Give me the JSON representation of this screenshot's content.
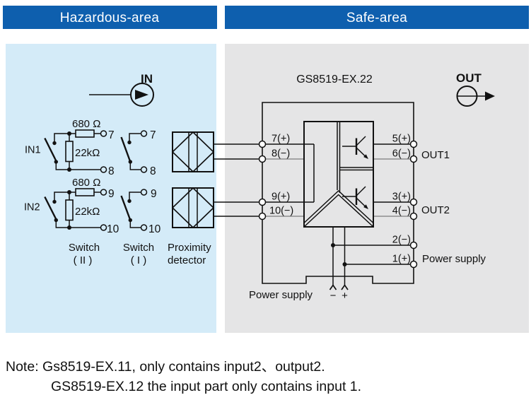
{
  "colors": {
    "header_bg": "#0e5fae",
    "header_text": "#ffffff",
    "panel_hazardous": "#d4ebf8",
    "panel_safe": "#e5e5e6",
    "wire": "#111111",
    "wire_minus_gray": "#8d8d8d"
  },
  "headers": {
    "hazardous": "Hazardous-area",
    "safe": "Safe-area"
  },
  "hazardous_area": {
    "in_label": "IN",
    "in1": {
      "name": "IN1",
      "r_series": "680 Ω",
      "r_parallel": "22kΩ",
      "t_top": "7",
      "t_bottom": "8"
    },
    "in2": {
      "name": "IN2",
      "r_series": "680 Ω",
      "r_parallel": "22kΩ",
      "t_top": "9",
      "t_bottom": "10"
    },
    "switch_direct": {
      "t7": "7",
      "t8": "8",
      "t9": "9",
      "t10": "10"
    },
    "captions": {
      "switch2": "Switch",
      "switch2_num": "( II )",
      "switch1": "Switch",
      "switch1_num": "( I )",
      "prox1": "Proximity",
      "prox2": "detector"
    }
  },
  "safe_area": {
    "model": "GS8519-EX.22",
    "out_label": "OUT",
    "terminals": {
      "t7": "7(+)",
      "t8": "8(−)",
      "t9": "9(+)",
      "t10": "10(−)",
      "t5": "5(+)",
      "t6": "6(−)",
      "t3": "3(+)",
      "t4": "4(−)",
      "t2": "2(−)",
      "t1": "1(+)"
    },
    "out1": "OUT1",
    "out2": "OUT2",
    "power_right": "Power supply",
    "power_bottom": {
      "label": "Power supply",
      "minus": "−",
      "plus": "+"
    }
  },
  "note": {
    "line1": "Note: Gs8519-EX.11, only contains input2、output2.",
    "line2": "GS8519-EX.12 the input part only contains input 1."
  }
}
